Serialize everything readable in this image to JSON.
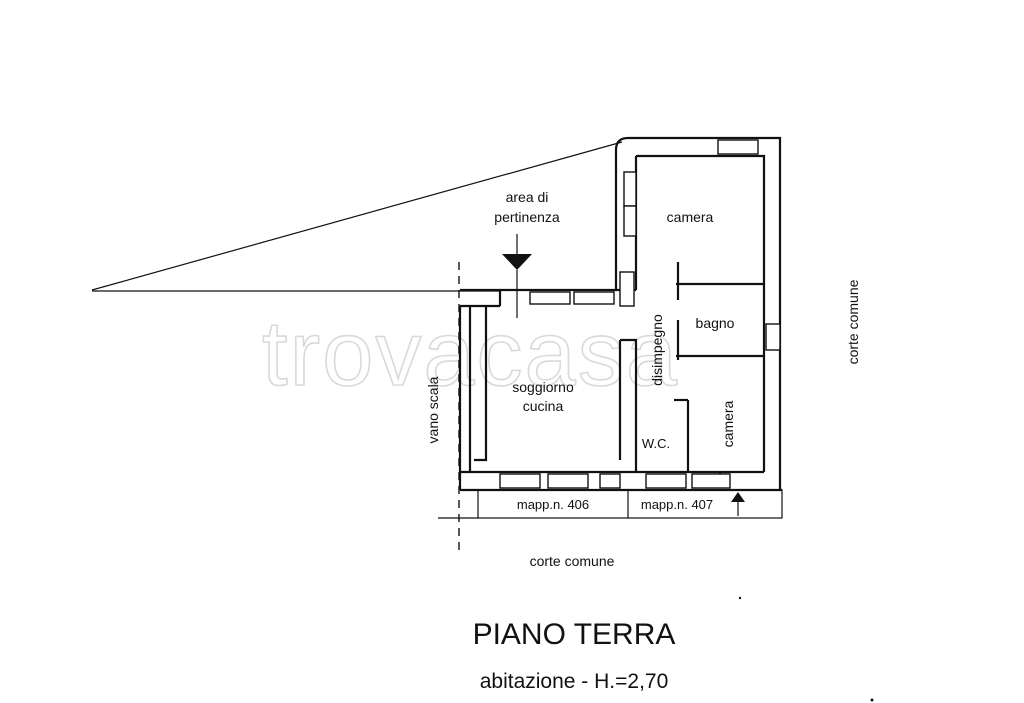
{
  "labels": {
    "area": "area di",
    "pertinenza": "pertinenza",
    "camera_top": "camera",
    "bagno": "bagno",
    "disimpegno": "disimpegno",
    "soggiorno": "soggiorno",
    "cucina": "cucina",
    "wc": "W.C.",
    "camera_right": "camera",
    "vano_scala": "vano scala",
    "corte_comune_right": "corte comune",
    "corte_comune_bottom": "corte comune",
    "mapp_406": "mapp.n. 406",
    "mapp_407": "mapp.n. 407"
  },
  "title": "PIANO TERRA",
  "subtitle": "abitazione - H.=2,70",
  "watermark": "trovacasa"
}
